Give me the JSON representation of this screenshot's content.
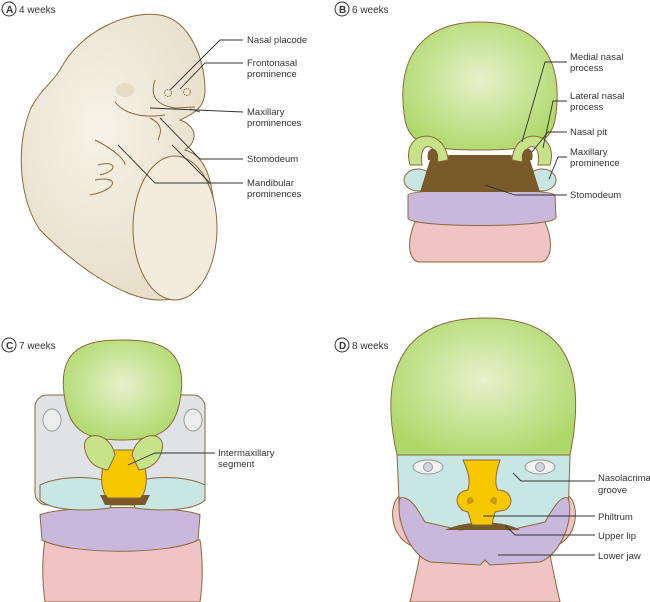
{
  "panels": [
    {
      "letter": "A",
      "title": "4 weeks",
      "labels": [
        [
          "Nasal placode"
        ],
        [
          "Frontonasal",
          "prominence"
        ],
        [
          "Maxillary",
          "prominences"
        ],
        [
          "Stomodeum"
        ],
        [
          "Mandibular",
          "prominences"
        ]
      ]
    },
    {
      "letter": "B",
      "title": "6 weeks",
      "labels": [
        [
          "Medial nasal",
          "process"
        ],
        [
          "Lateral nasal",
          "process"
        ],
        [
          "Nasal pit"
        ],
        [
          "Maxillary",
          "prominence"
        ],
        [
          "Stomodeum"
        ]
      ]
    },
    {
      "letter": "C",
      "title": "7 weeks",
      "labels": [
        [
          "Intermaxillary",
          "segment"
        ]
      ]
    },
    {
      "letter": "D",
      "title": "8 weeks",
      "labels": [
        [
          "Nasolacrimal",
          "groove"
        ],
        [
          "Philtrum"
        ],
        [
          "Upper lip"
        ],
        [
          "Lower jaw"
        ]
      ]
    }
  ],
  "colors": {
    "skin": "#efe7d6",
    "green": "#c6e38a",
    "blue": "#c8e6e4",
    "purple": "#c9b8dc",
    "pink": "#f0c4c4",
    "yellow": "#f7c800",
    "brown": "#7a5a2a"
  }
}
